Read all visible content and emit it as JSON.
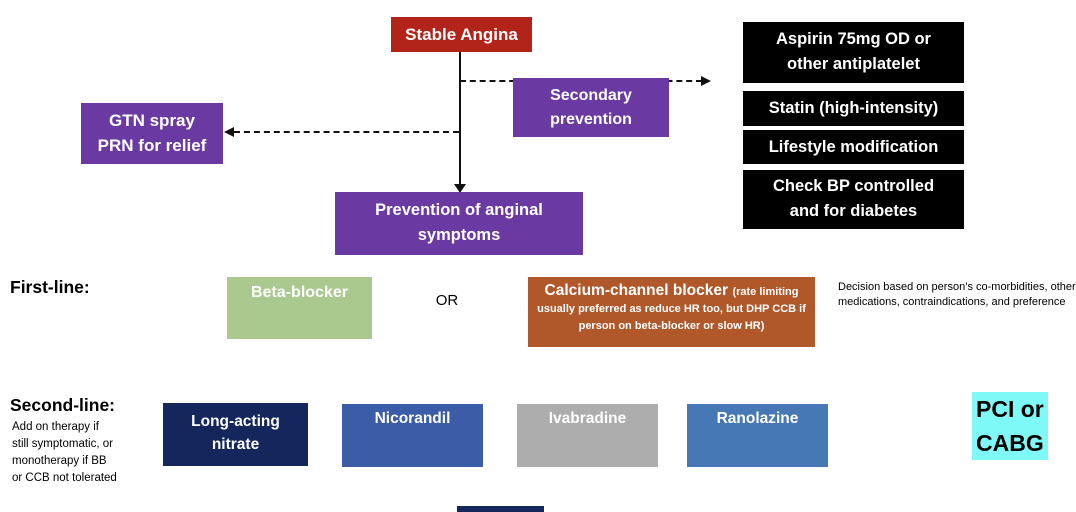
{
  "colors": {
    "stable_angina_red": "#B22319",
    "purple": "#6A3AA2",
    "secondary_black": "#000000",
    "beta_blocker_green": "#A9C98E",
    "ccb_orange": "#B0582A",
    "nitrate_navy": "#15265C",
    "nicorandil_blue": "#3B5CA6",
    "ivabradine_gray": "#ADADAD",
    "ranolazine_steel": "#4578B5",
    "pci_highlight_cyan": "#7FF8F8"
  },
  "flowchart": {
    "stable_angina": "Stable Angina",
    "secondary_prevention": {
      "lines": [
        "Secondary",
        "prevention"
      ]
    },
    "gtn": {
      "lines": [
        "GTN spray",
        "PRN for relief"
      ]
    },
    "prevention_symptoms": {
      "lines": [
        "Prevention of anginal",
        "symptoms"
      ]
    },
    "secondary_measures": [
      {
        "lines": [
          "Aspirin 75mg OD or",
          "other antiplatelet"
        ]
      },
      {
        "lines": [
          "Statin (high-intensity)"
        ]
      },
      {
        "lines": [
          "Lifestyle modification"
        ]
      },
      {
        "lines": [
          "Check BP controlled",
          "and for diabetes"
        ]
      }
    ]
  },
  "first_line": {
    "label": "First-line:",
    "beta_blocker": "Beta-blocker",
    "or": "OR",
    "ccb_title": "Calcium-channel blocker",
    "ccb_note": "(rate limiting usually preferred as reduce HR too, but DHP CCB if person on beta-blocker or slow HR)",
    "decision_note": "Decision based on person’s co-morbidities, other medications, contraindications, and preference"
  },
  "second_line": {
    "label": "Second-line:",
    "note_lines": [
      "Add on therapy if",
      "still symptomatic, or",
      "monotherapy if BB",
      "or CCB not tolerated"
    ],
    "nitrate": {
      "lines": [
        "Long-acting",
        "nitrate"
      ]
    },
    "nicorandil": "Nicorandil",
    "ivabradine": "Ivabradine",
    "ranolazine": "Ranolazine",
    "pci": {
      "lines": [
        "PCI or",
        "CABG"
      ]
    }
  }
}
